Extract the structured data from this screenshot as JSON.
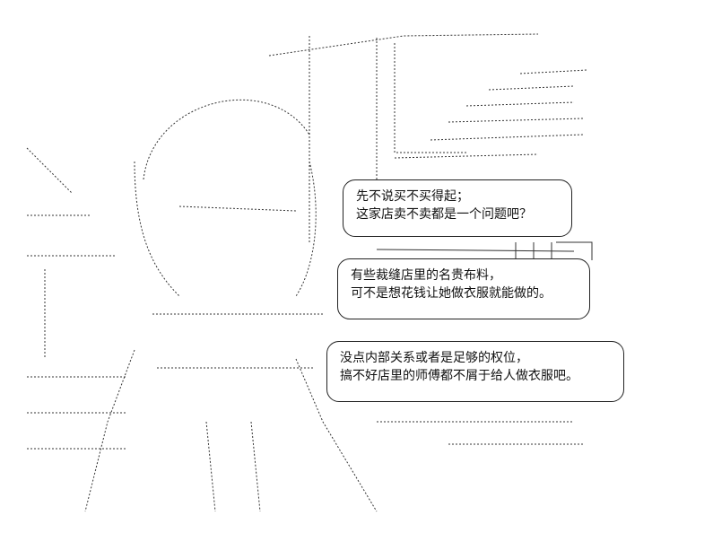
{
  "bubbles": [
    {
      "lines": [
        "先不说买不买得起；",
        "这家店卖不卖都是一个问题吧？"
      ]
    },
    {
      "lines": [
        "有些裁缝店里的名贵布料，",
        "可不是想花钱让她做衣服就能做的。"
      ]
    },
    {
      "lines": [
        "没点内部关系或者是足够的权位，",
        "搞不好店里的师傅都不屑于给人做衣服吧。"
      ]
    }
  ]
}
